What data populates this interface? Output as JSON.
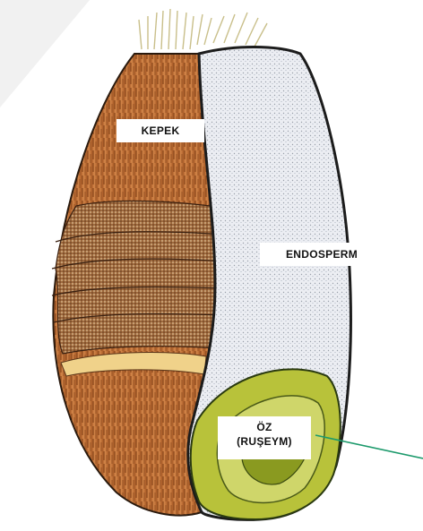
{
  "labels": {
    "kepek": "KEPEK",
    "endosperm": "ENDOSPERM",
    "oz_line1": "ÖZ",
    "oz_line2": "(RUŞEYM)"
  },
  "colors": {
    "bran": "#c8763a",
    "endosperm": "#e8eaf0",
    "germ": "#b8c23a",
    "outline": "#2a1a0e",
    "pointer": "#1d9a6c"
  }
}
